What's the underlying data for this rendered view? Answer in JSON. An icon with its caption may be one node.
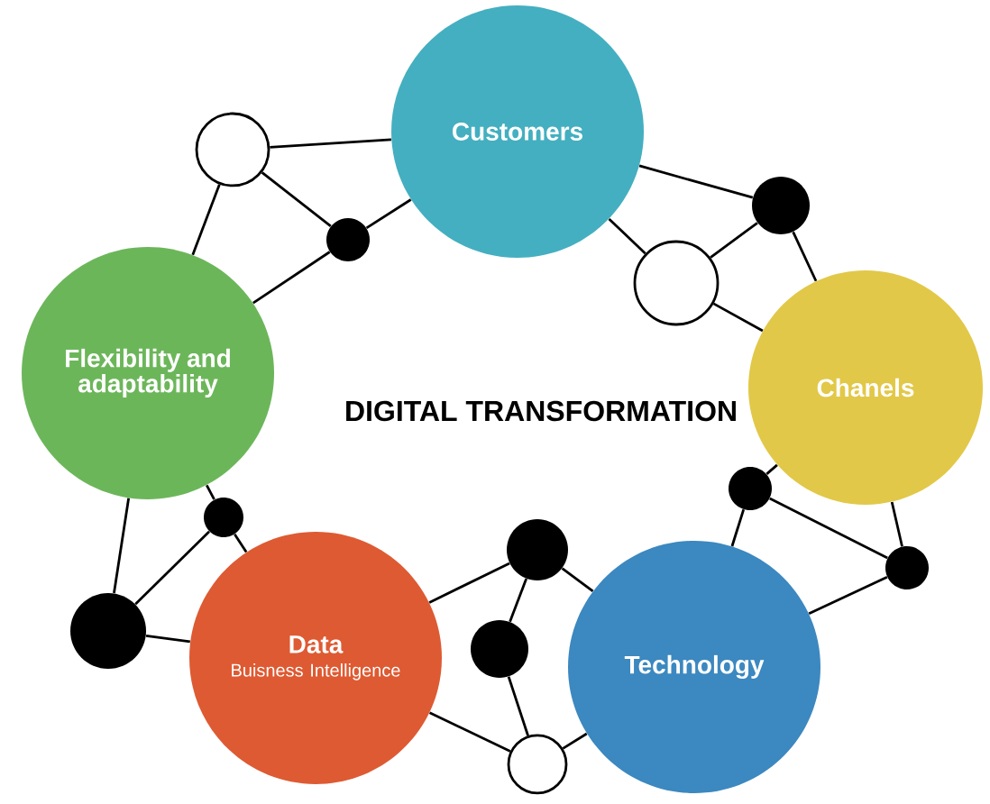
{
  "diagram": {
    "title": "DIGITAL TRANSFORMATION",
    "nodes": [
      {
        "text": [
          "Customers"
        ]
      },
      {
        "text": [],
        "shape": "circle"
      },
      {
        "text": [],
        "shape": "circle"
      },
      {
        "text": [],
        "shape": "circle"
      },
      {
        "text": [],
        "shape": "circle"
      },
      {
        "text": [
          "Flexibility and adaptability"
        ]
      },
      {
        "text": [
          "Chanels"
        ]
      },
      {
        "text": [],
        "shape": "circle"
      },
      {
        "text": [],
        "shape": "circle"
      },
      {
        "text": [],
        "shape": "circle"
      },
      {
        "text": [],
        "shape": "circle"
      },
      {
        "text": [],
        "shape": "circle"
      },
      {
        "text": [],
        "shape": "circle"
      },
      {
        "text": [
          "Data",
          "Buisness Intelligence"
        ]
      },
      {
        "text": [
          "Technology"
        ]
      },
      {
        "text": [],
        "shape": "circle"
      }
    ],
    "edges": [
      {
        "from": 1,
        "to": 0,
        "arrow": "none"
      },
      {
        "from": 1,
        "to": 5,
        "arrow": "none"
      },
      {
        "from": 1,
        "to": 3,
        "arrow": "none"
      },
      {
        "from": 3,
        "to": 0,
        "arrow": "none"
      },
      {
        "from": 3,
        "to": 5,
        "arrow": "none"
      },
      {
        "from": 0,
        "to": 2,
        "arrow": "none"
      },
      {
        "from": 0,
        "to": 4,
        "arrow": "none"
      },
      {
        "from": 2,
        "to": 4,
        "arrow": "none"
      },
      {
        "from": 2,
        "to": 6,
        "arrow": "none"
      },
      {
        "from": 4,
        "to": 6,
        "arrow": "none"
      },
      {
        "from": 6,
        "to": 7,
        "arrow": "none"
      },
      {
        "from": 6,
        "to": 10,
        "arrow": "none"
      },
      {
        "from": 7,
        "to": 10,
        "arrow": "none"
      },
      {
        "from": 7,
        "to": 14,
        "arrow": "none"
      },
      {
        "from": 10,
        "to": 14,
        "arrow": "none"
      },
      {
        "from": 5,
        "to": 11,
        "arrow": "none"
      },
      {
        "from": 5,
        "to": 8,
        "arrow": "none"
      },
      {
        "from": 8,
        "to": 11,
        "arrow": "none"
      },
      {
        "from": 8,
        "to": 13,
        "arrow": "none"
      },
      {
        "from": 11,
        "to": 13,
        "arrow": "none"
      },
      {
        "from": 13,
        "to": 9,
        "arrow": "none"
      },
      {
        "from": 9,
        "to": 14,
        "arrow": "none"
      },
      {
        "from": 9,
        "to": 12,
        "arrow": "none"
      },
      {
        "from": 12,
        "to": 15,
        "arrow": "none"
      },
      {
        "from": 13,
        "to": 15,
        "arrow": "none"
      },
      {
        "from": 15,
        "to": 14,
        "arrow": "none"
      }
    ]
  }
}
